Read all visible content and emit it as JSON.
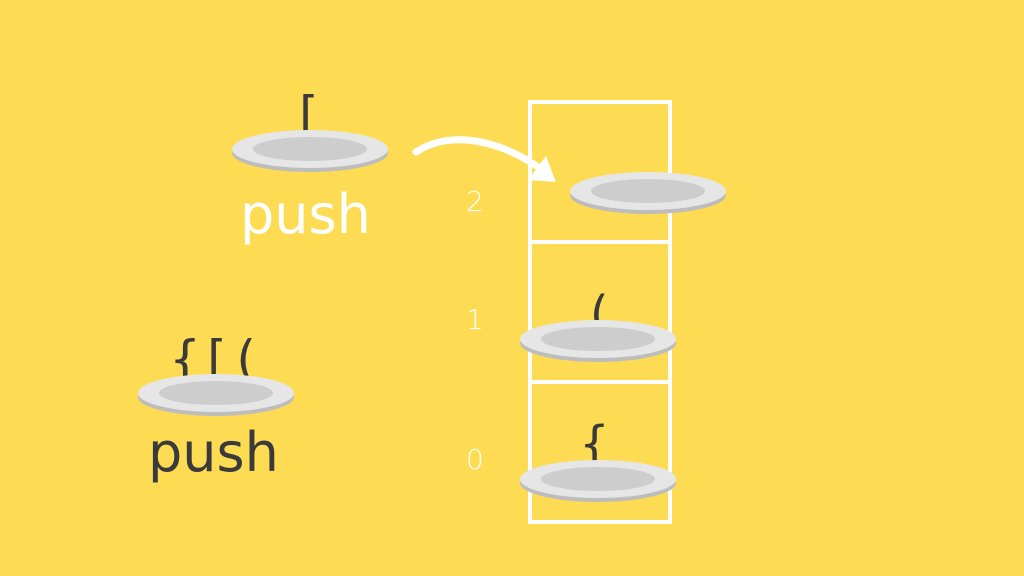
{
  "pending": {
    "symbols": "{[(",
    "label": "push"
  },
  "current": {
    "symbol": "[",
    "label": "push"
  },
  "stack": {
    "slots": [
      {
        "index": "0",
        "symbol": "{"
      },
      {
        "index": "1",
        "symbol": "("
      },
      {
        "index": "2",
        "symbol": ""
      }
    ]
  },
  "colors": {
    "background": "#FDDB52",
    "outline": "#FFFFFF",
    "text_dark": "#3A3A3A",
    "plate_rim": "#E6E6E6",
    "plate_well": "#CDCDCD"
  },
  "icons": {
    "plate": "plate-icon",
    "arrow": "curved-arrow-icon"
  }
}
